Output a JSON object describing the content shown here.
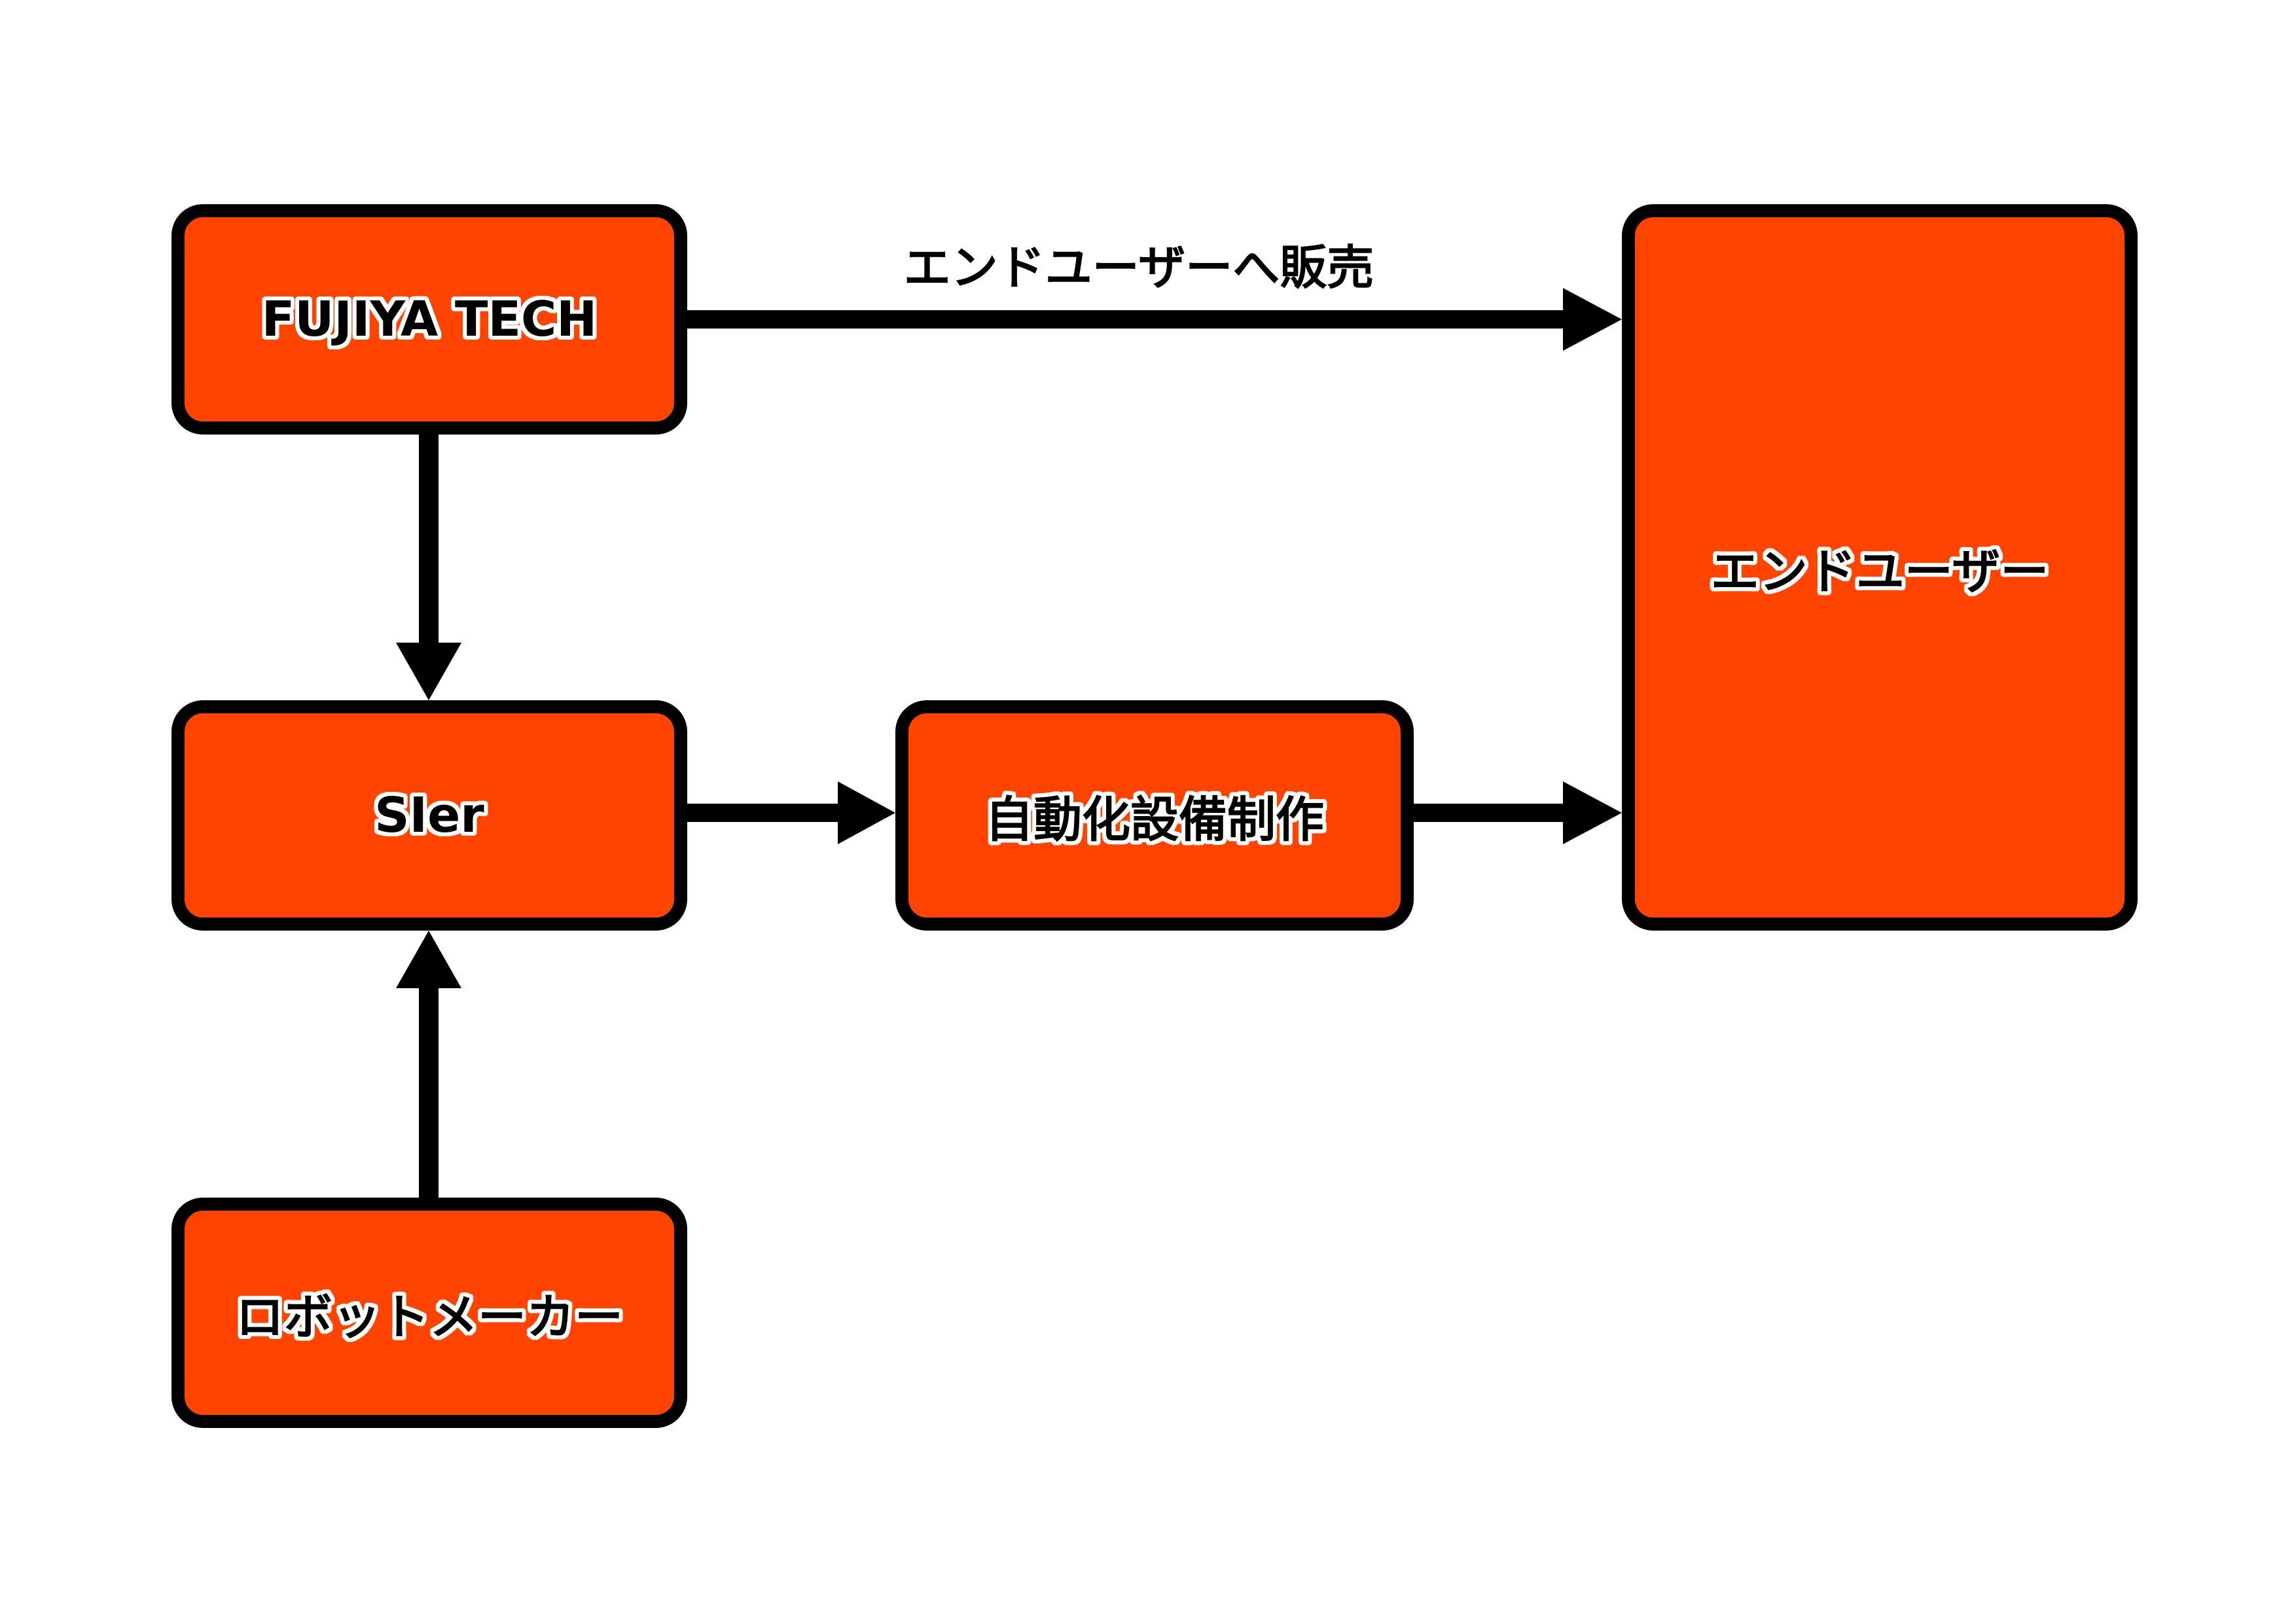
{
  "diagram": {
    "colors": {
      "node_fill": "#ff4300",
      "stroke": "#000000",
      "text": "#000000",
      "text_outline": "#ffffff"
    },
    "nodes": {
      "fujiya": "FUJIYA TECH",
      "sier": "SIer",
      "robot": "ロボットメーカー",
      "auto": "自動化設備制作",
      "enduser": "エンドユーザー"
    },
    "edges": [
      {
        "from": "fujiya",
        "to": "enduser",
        "label": "エンドユーザーへ販売"
      },
      {
        "from": "fujiya",
        "to": "sier",
        "label": ""
      },
      {
        "from": "robot",
        "to": "sier",
        "label": ""
      },
      {
        "from": "sier",
        "to": "auto",
        "label": ""
      },
      {
        "from": "auto",
        "to": "enduser",
        "label": ""
      }
    ]
  }
}
